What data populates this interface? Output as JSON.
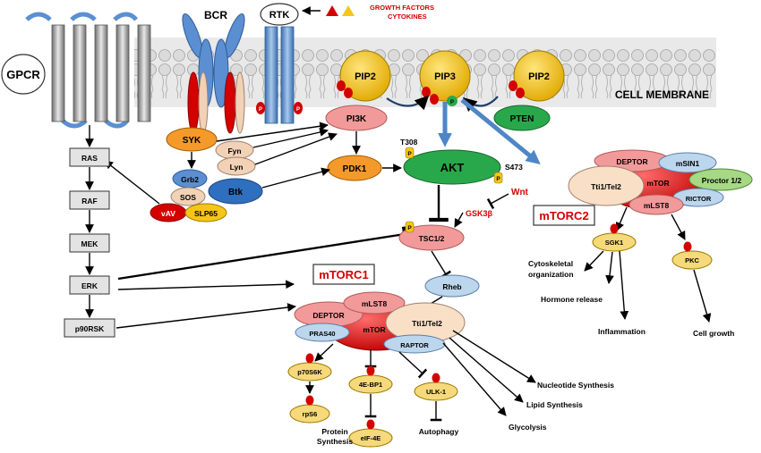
{
  "labels": {
    "gpcr": "GPCR",
    "bcr": "BCR",
    "rtk": "RTK",
    "growth_factors": "GROWTH FACTORS",
    "cytokines": "CYTOKINES",
    "cell_membrane": "CELL MEMBRANE",
    "mtorc1": "mTORC1",
    "mtorc2": "mTORC2",
    "wnt": "Wnt",
    "t308": "T308",
    "s473": "S473",
    "phospho": "P"
  },
  "nodes": {
    "pip2_left": "PIP2",
    "pip3": "PIP3",
    "pip2_right": "PIP2",
    "pi3k": "PI3K",
    "pten": "PTEN",
    "pdk1": "PDK1",
    "akt": "AKT",
    "syk": "SYK",
    "fyn": "Fyn",
    "lyn": "Lyn",
    "grb2": "Grb2",
    "sos": "SOS",
    "btk": "Btk",
    "vav": "vAV",
    "slp65": "SLP65",
    "ras": "RAS",
    "raf": "RAF",
    "mek": "MEK",
    "erk": "ERK",
    "p90rsk": "p90RSK",
    "tsc": "TSC1/2",
    "gsk3b": "GSK3β",
    "rheb": "Rheb",
    "c1_deptor": "DEPTOR",
    "c1_mlst8": "mLST8",
    "c1_pras40": "PRAS40",
    "c1_mtor": "mTOR",
    "c1_tti1": "Tti1/Tel2",
    "c1_raptor": "RAPTOR",
    "c2_deptor": "DEPTOR",
    "c2_msin1": "mSIN1",
    "c2_tti1": "Tti1/Tel2",
    "c2_mtor": "mTOR",
    "c2_proctor": "Proctor 1/2",
    "c2_rictor": "RICTOR",
    "c2_mlst8": "mLST8",
    "sgk1": "SGK1",
    "pkc": "PKC",
    "p70s6k": "p70S6K",
    "ebp1": "4E-BP1",
    "ulk1": "ULK-1",
    "rps6": "rpS6",
    "eif4e": "eIF-4E"
  },
  "outcomes": {
    "cyto1": "Cytoskeletal",
    "cyto2": "organization",
    "hormone": "Hormone release",
    "inflammation": "Inflammation",
    "cell_growth": "Cell growth",
    "nucleotide": "Nucleotide Synthesis",
    "lipid": "Lipid Synthesis",
    "glycolysis": "Glycolysis",
    "protein1": "Protein",
    "protein2": "Synthesis",
    "autophagy": "Autophagy"
  },
  "colors": {
    "red": "#d40000",
    "yellow": "#f5c518",
    "orange": "#f39a2b",
    "pink": "#f29a9a",
    "green": "#29a84b",
    "light_green": "#a6d886",
    "blue": "#5b8fd1",
    "light_blue": "#bcd6ee",
    "tan": "#f2d2b6",
    "membrane_gray": "#cfcfcf",
    "box_gray": "#e3e3e3",
    "arrow_blue": "#4f86c6"
  }
}
